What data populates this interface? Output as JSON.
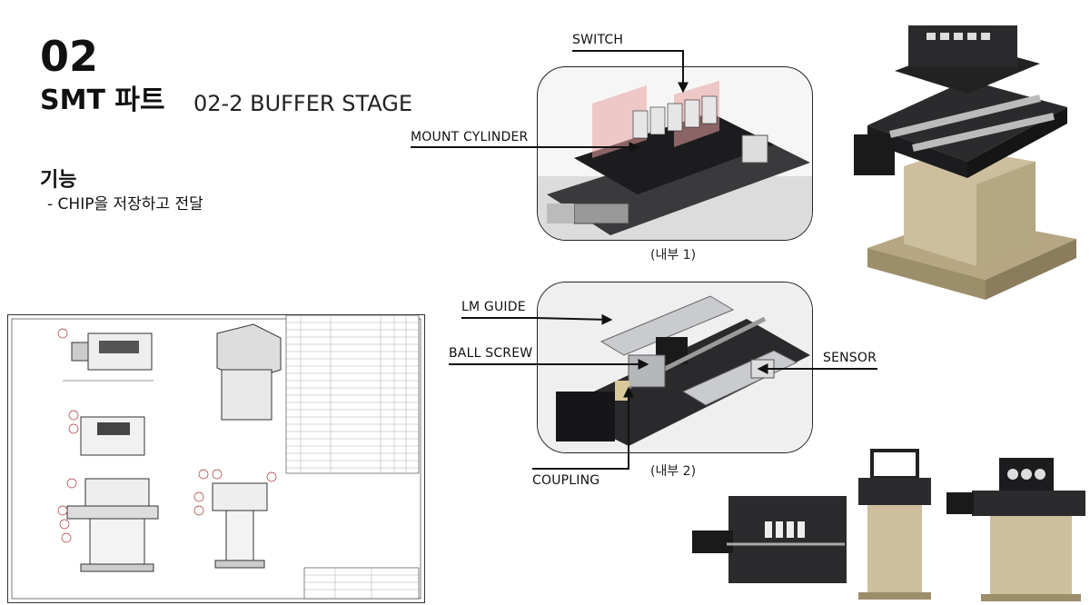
{
  "header": {
    "section_number": "02",
    "part_title": "SMT 파트",
    "sub_title": "02-2 BUFFER STAGE"
  },
  "function": {
    "heading": "기능",
    "description": "- CHIP을 저장하고 전달"
  },
  "callouts": {
    "switch": "SWITCH",
    "mount_cylinder": "MOUNT CYLINDER",
    "lm_guide": "LM GUIDE",
    "ball_screw": "BALL SCREW",
    "sensor": "SENSOR",
    "coupling": "COUPLING"
  },
  "captions": {
    "inner_1": "(내부 1)",
    "inner_2": "(내부 2)"
  },
  "colors": {
    "machine_dark": "#1c1c1e",
    "rail_silver": "#b9bcc0",
    "base_beige": "#cdbf9e",
    "red_bracket": "#e8a0a0"
  }
}
